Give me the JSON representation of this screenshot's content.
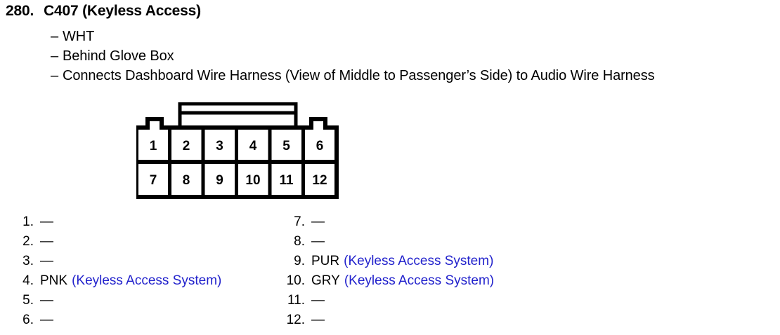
{
  "header": {
    "item_number": "280.",
    "connector_id": "C407 (Keyless Access)",
    "attributes": [
      {
        "dash": "–",
        "text": "WHT"
      },
      {
        "dash": "–",
        "text": "Behind Glove Box"
      },
      {
        "dash": "–",
        "text": "Connects Dashboard Wire Harness (View of Middle to Passenger’s Side) to Audio Wire Harness"
      }
    ]
  },
  "connector": {
    "rows": [
      [
        "1",
        "2",
        "3",
        "4",
        "5",
        "6"
      ],
      [
        "7",
        "8",
        "9",
        "10",
        "11",
        "12"
      ]
    ]
  },
  "pins": {
    "left": [
      {
        "index": "1.",
        "value": "—",
        "system": ""
      },
      {
        "index": "2.",
        "value": "—",
        "system": ""
      },
      {
        "index": "3.",
        "value": "—",
        "system": ""
      },
      {
        "index": "4.",
        "value": "PNK",
        "system": "(Keyless Access System)"
      },
      {
        "index": "5.",
        "value": "—",
        "system": ""
      },
      {
        "index": "6.",
        "value": "—",
        "system": ""
      }
    ],
    "right": [
      {
        "index": "7.",
        "value": "—",
        "system": ""
      },
      {
        "index": "8.",
        "value": "—",
        "system": ""
      },
      {
        "index": "9.",
        "value": "PUR",
        "system": "(Keyless Access System)"
      },
      {
        "index": "10.",
        "value": "GRY",
        "system": "(Keyless Access System)"
      },
      {
        "index": "11.",
        "value": "—",
        "system": ""
      },
      {
        "index": "12.",
        "value": "—",
        "system": ""
      }
    ]
  },
  "colors": {
    "ink": "#000000",
    "system_blue": "#2222cc",
    "page_background": "#ffffff"
  }
}
